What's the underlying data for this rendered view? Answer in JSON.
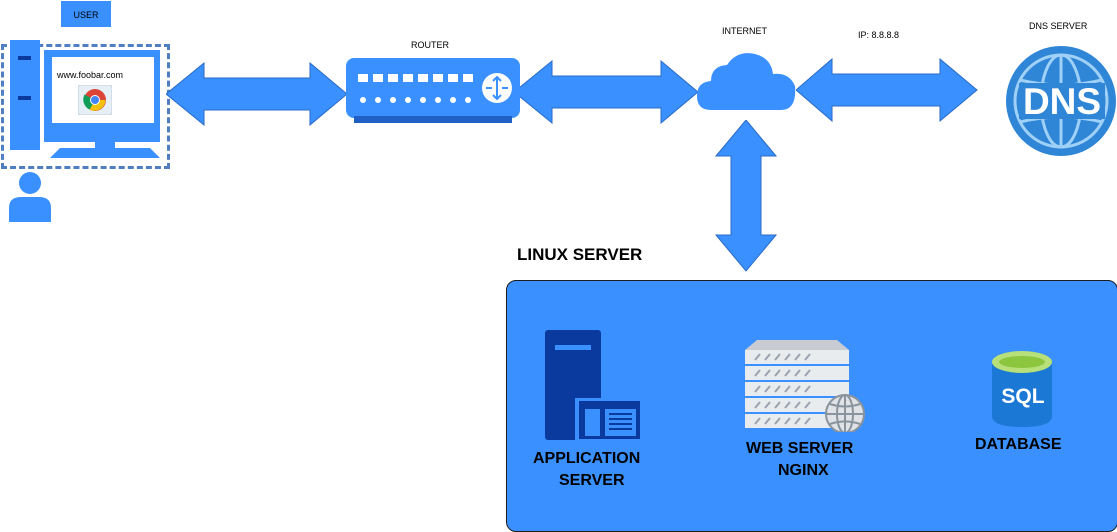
{
  "user": {
    "label": "USER",
    "url_text": "www.foobar.com"
  },
  "router": {
    "label": "ROUTER"
  },
  "internet": {
    "label": "INTERNET",
    "ip_label": "IP: 8.8.8.8"
  },
  "dns": {
    "label": "DNS SERVER",
    "icon_text": "DNS"
  },
  "linux_server": {
    "title": "LINUX SERVER",
    "app_server_line1": "APPLICATION",
    "app_server_line2": "SERVER",
    "web_server_line1": "WEB SERVER",
    "web_server_line2": "NGINX",
    "database_label": "DATABASE",
    "sql_icon_text": "SQL"
  },
  "colors": {
    "arrow": "#3a90ff",
    "panel": "#3a90ff",
    "dark_blue": "#0a3a9e",
    "dns": "#2f86d6"
  }
}
